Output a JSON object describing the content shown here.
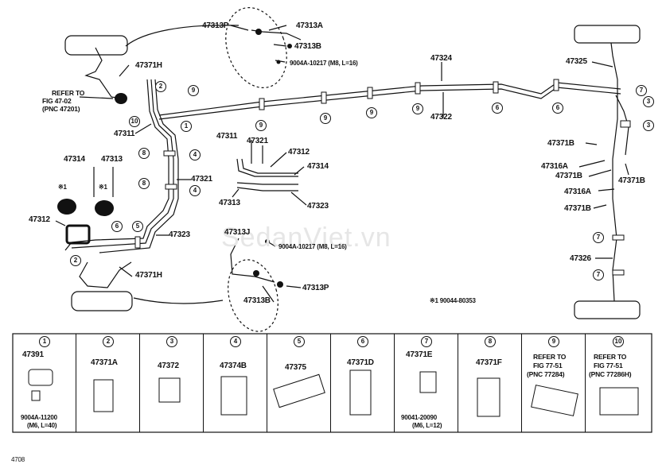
{
  "watermark": "SedanViet.vn",
  "main_labels": {
    "p47313P_top": "47313P",
    "p47313A": "47313A",
    "p47313B_top": "47313B",
    "bolt_top": "9004A-10217 (M8, L=16)",
    "p47371H_top": "47371H",
    "ref_top_1": "REFER TO",
    "ref_top_2": "FIG 47-02",
    "ref_top_3": "(PNC 47201)",
    "p47311_left": "47311",
    "p47314_left": "47314",
    "p47313_left": "47313",
    "mark_left_1": "※1",
    "mark_left_2": "※1",
    "p47312_left": "47312",
    "p47321_left": "47321",
    "p47323_left": "47323",
    "p47371H_bottom": "47371H",
    "p47324": "47324",
    "p47322": "47322",
    "p47325": "47325",
    "p47311_mid": "47311",
    "p47321_mid": "47321",
    "p47312_mid": "47312",
    "p47314_mid": "47314",
    "p47313_mid": "47313",
    "p47323_mid": "47323",
    "p47313J": "47313J",
    "bolt_mid": "9004A-10217 (M8, L=16)",
    "p47313B_bottom": "47313B",
    "p47313P_bottom": "47313P",
    "footnote": "※1 90044-80353",
    "p47371B_1": "47371B",
    "p47316A_1": "47316A",
    "p47371B_2": "47371B",
    "p47371B_3": "47371B",
    "p47316A_2": "47316A",
    "p47371B_4": "47371B",
    "p47326": "47326"
  },
  "callouts": [
    "1",
    "2",
    "3",
    "4",
    "5",
    "6",
    "7",
    "8",
    "9",
    "10"
  ],
  "parts_table": [
    {
      "num": "1",
      "part": "47391",
      "sub": "9004A-11200",
      "sub2": "(M6, L=40)"
    },
    {
      "num": "2",
      "part": "47371A",
      "sub": "",
      "sub2": ""
    },
    {
      "num": "3",
      "part": "47372",
      "sub": "",
      "sub2": ""
    },
    {
      "num": "4",
      "part": "47374B",
      "sub": "",
      "sub2": ""
    },
    {
      "num": "5",
      "part": "47375",
      "sub": "",
      "sub2": ""
    },
    {
      "num": "6",
      "part": "47371D",
      "sub": "",
      "sub2": ""
    },
    {
      "num": "7",
      "part": "47371E",
      "sub": "90041-20090",
      "sub2": "(M6, L=12)"
    },
    {
      "num": "8",
      "part": "47371F",
      "sub": "",
      "sub2": ""
    },
    {
      "num": "9",
      "part": "REFER TO",
      "sub": "FIG 77-51",
      "sub2": "(PNC 77284)"
    },
    {
      "num": "10",
      "part": "REFER TO",
      "sub": "FIG 77-51",
      "sub2": "(PNC 77286H)"
    }
  ],
  "figure_code": "4708"
}
